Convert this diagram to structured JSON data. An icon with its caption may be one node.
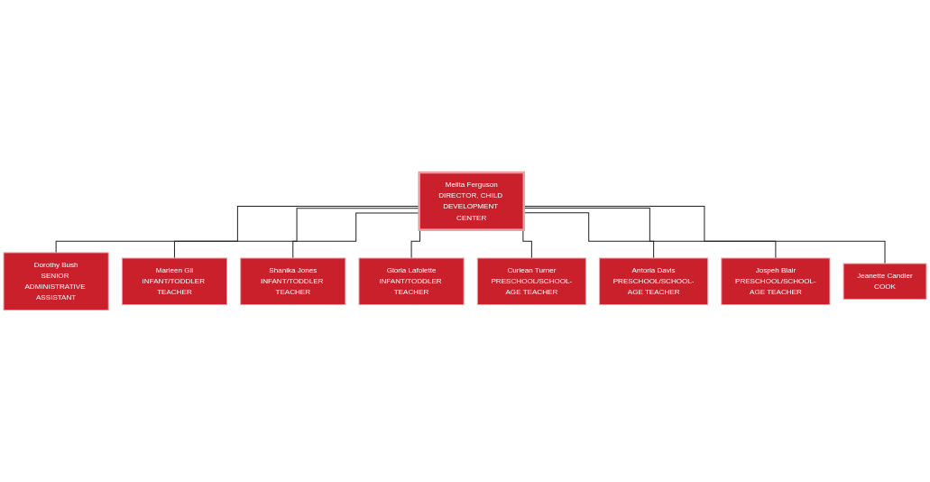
{
  "diagram": {
    "nodes": [
      {
        "text": [
          "Melita Ferguson",
          "DIRECTOR, CHILD DEVELOPMENT CENTER"
        ]
      },
      {
        "text": [
          "Dorothy Bush",
          "SENIOR ADMINISTRATIVE ASSISTANT"
        ]
      },
      {
        "text": [
          "Marleen Gil",
          "INFANT/TODDLER TEACHER"
        ]
      },
      {
        "text": [
          "Curlean Turner",
          "PRESCHOOL/SCHOOL-AGE TEACHER"
        ]
      },
      {
        "text": [
          "Antoria Davis",
          "PRESCHOOL/SCHOOL-AGE TEACHER"
        ]
      },
      {
        "text": [
          "Shanika Jones",
          "INFANT/TODDLER TEACHER"
        ]
      },
      {
        "text": [
          "Jospeh Blair",
          "PRESCHOOL/SCHOOL-AGE TEACHER"
        ]
      },
      {
        "text": [
          "Jeanette Candler",
          "COOK"
        ]
      },
      {
        "text": [
          "Gloria Lafolette",
          "INFANT/TODDLER TEACHER"
        ]
      }
    ],
    "edges": [
      {
        "from": 0,
        "to": 1,
        "arrow": "none"
      },
      {
        "from": 0,
        "to": 2,
        "arrow": "none"
      },
      {
        "from": 0,
        "to": 5,
        "arrow": "none"
      },
      {
        "from": 0,
        "to": 8,
        "arrow": "none"
      },
      {
        "from": 0,
        "to": 3,
        "arrow": "none"
      },
      {
        "from": 0,
        "to": 4,
        "arrow": "none"
      },
      {
        "from": 0,
        "to": 6,
        "arrow": "none"
      },
      {
        "from": 0,
        "to": 7,
        "arrow": "none"
      }
    ]
  }
}
